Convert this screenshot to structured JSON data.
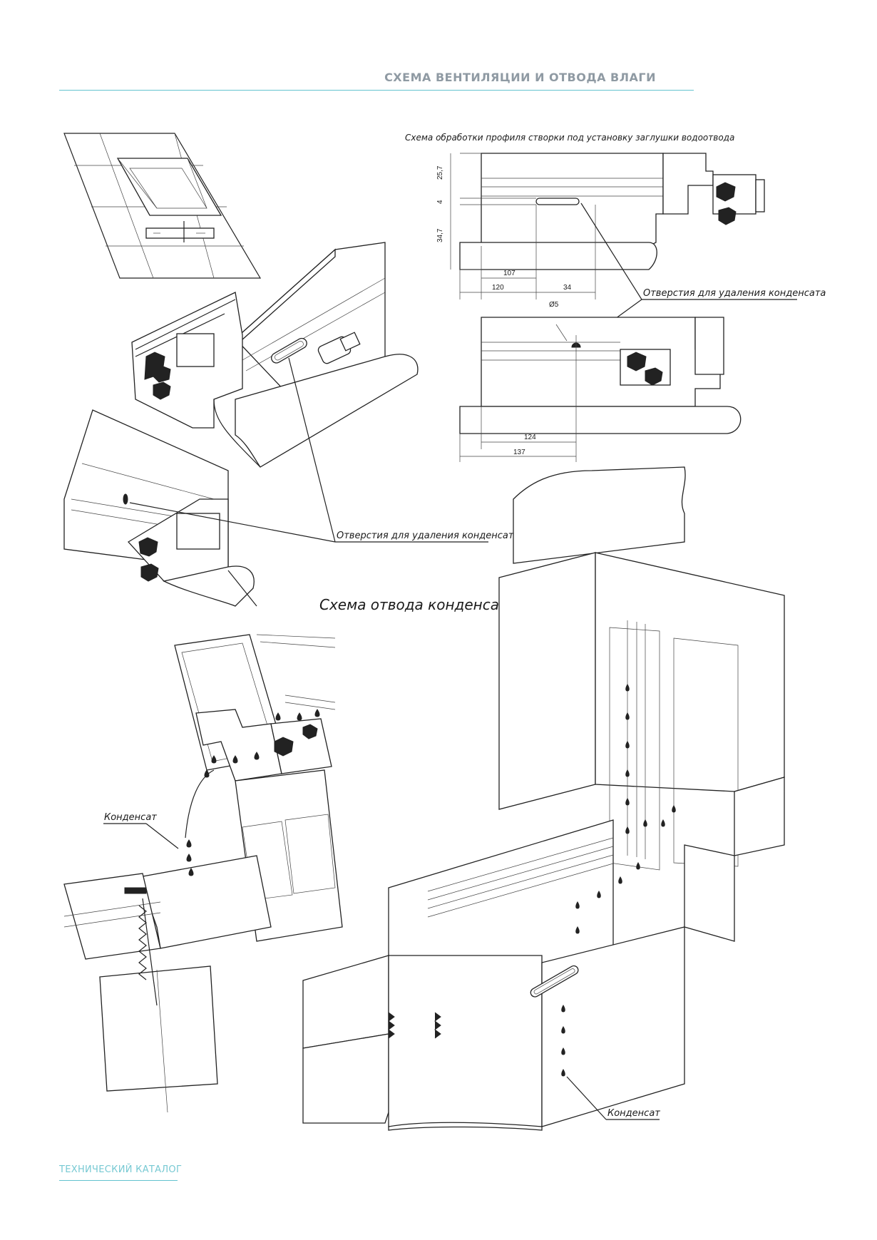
{
  "header": {
    "title": "СХЕМА ВЕНТИЛЯЦИИ И ОТВОДА ВЛАГИ"
  },
  "footer": {
    "text": "ТЕХНИЧЕСКИЙ КАТАЛОГ"
  },
  "labels": {
    "processing_scheme_title": "Схема обработки профиля створки под установку заглушки водоотвода",
    "condensate_holes_1": "Отверстия для удаления конденсата",
    "condensate_holes_2": "Отверстия для удаления конденсата",
    "drainage_scheme_title": "Схема отвода конденсата",
    "condensate_1": "Конденсат",
    "condensate_2": "Конденсат"
  },
  "dimensions": {
    "d25_7": "25,7",
    "d4": "4",
    "d34_7": "34,7",
    "d107": "107",
    "d120": "120",
    "d34": "34",
    "d5": "Ø5",
    "d124": "124",
    "d137": "137"
  },
  "colors": {
    "header_text": "#8f9aa3",
    "accent_rule": "#63c3cf",
    "footer_text": "#77c9d3",
    "line": "#222222"
  }
}
